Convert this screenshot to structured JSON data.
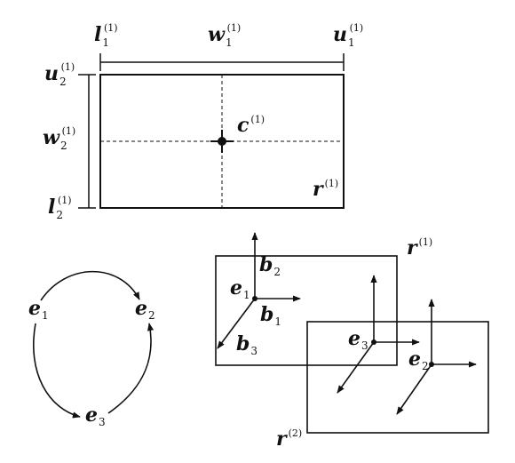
{
  "top_diagram": {
    "labels": {
      "l1": {
        "base": "l",
        "sub": "1",
        "sup": "(1)"
      },
      "w1": {
        "base": "w",
        "sub": "1",
        "sup": "(1)"
      },
      "u1": {
        "base": "u",
        "sub": "1",
        "sup": "(1)"
      },
      "u2": {
        "base": "u",
        "sub": "2",
        "sup": "(1)"
      },
      "w2": {
        "base": "w",
        "sub": "2",
        "sup": "(1)"
      },
      "l2": {
        "base": "l",
        "sub": "2",
        "sup": "(1)"
      },
      "c": {
        "base": "c",
        "sub": "",
        "sup": "(1)"
      },
      "r": {
        "base": "r",
        "sub": "",
        "sup": "(1)"
      }
    }
  },
  "cycle_diagram": {
    "e1": {
      "base": "e",
      "sub": "1"
    },
    "e2": {
      "base": "e",
      "sub": "2"
    },
    "e3": {
      "base": "e",
      "sub": "3"
    }
  },
  "frames_diagram": {
    "r1": {
      "base": "r",
      "sup": "(1)"
    },
    "r2": {
      "base": "r",
      "sup": "(2)"
    },
    "e1": {
      "base": "e",
      "sub": "1"
    },
    "b1": {
      "base": "b",
      "sub": "1"
    },
    "b2": {
      "base": "b",
      "sub": "2"
    },
    "b3": {
      "base": "b",
      "sub": "3"
    },
    "e3": {
      "base": "e",
      "sub": "3"
    },
    "e2": {
      "base": "e",
      "sub": "2"
    }
  }
}
